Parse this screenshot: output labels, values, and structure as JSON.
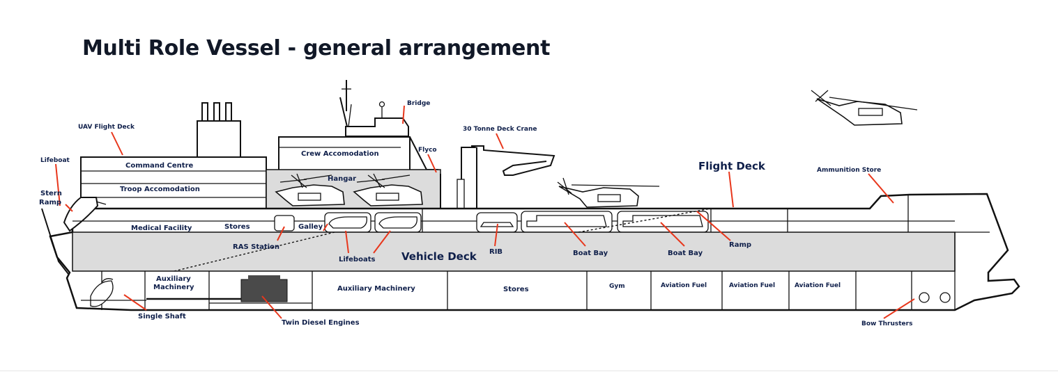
{
  "title": "Multi Role Vessel - general arrangement",
  "labels": {
    "bridge": "Bridge",
    "uav_flight_deck": "UAV Flight Deck",
    "deck_crane": "30 Tonne Deck Crane",
    "flyco": "Flyco",
    "lifeboat": "Lifeboat",
    "command_centre": "Command Centre",
    "crew_accommodation": "Crew Accomodation",
    "hangar": "Hangar",
    "flight_deck": "Flight Deck",
    "ammunition_store": "Ammunition Store",
    "stern_ramp": [
      "Stern",
      "Ramp"
    ],
    "troop_accommodation": "Troop Accomodation",
    "medical_facility": "Medical Facility",
    "stores_upper": "Stores",
    "galley": "Galley",
    "ras_station": "RAS Station",
    "lifeboats": "Lifeboats",
    "vehicle_deck": "Vehicle Deck",
    "rib": "RIB",
    "boat_bay_1": "Boat Bay",
    "boat_bay_2": "Boat Bay",
    "ramp": "Ramp",
    "aux_machinery_1": [
      "Auxiliary",
      "Machinery"
    ],
    "aux_machinery_2": "Auxiliary Machinery",
    "stores_lower": "Stores",
    "gym": "Gym",
    "aviation_fuel_1": "Aviation Fuel",
    "aviation_fuel_2": "Aviation Fuel",
    "aviation_fuel_3": "Aviation Fuel",
    "single_shaft": "Single Shaft",
    "twin_diesel_engines": "Twin Diesel Engines",
    "bow_thrusters": "Bow Thrusters"
  },
  "colors": {
    "title": "#111827",
    "label": "#0f1f4a",
    "leader": "#e8371c",
    "deck_fill": "#dcdcdc"
  }
}
